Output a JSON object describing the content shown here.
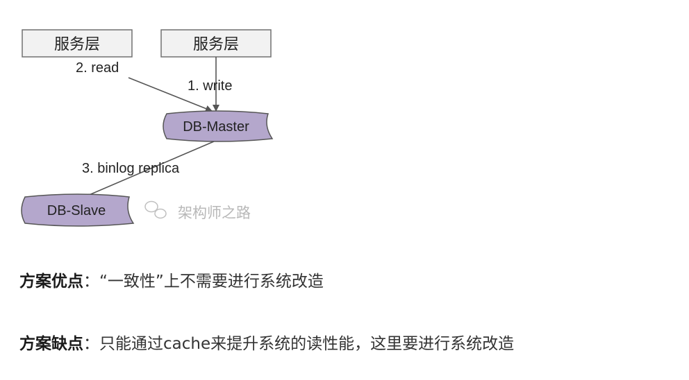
{
  "diagram": {
    "service_box_left": "服务层",
    "service_box_right": "服务层",
    "edge_read": "2. read",
    "edge_write": "1. write",
    "db_master": "DB-Master",
    "edge_replica": "3. binlog  replica",
    "db_slave": "DB-Slave",
    "watermark": "架构师之路",
    "colors": {
      "db_fill": "#b4a7cc",
      "box_fill": "#f2f2f2",
      "line": "#555555"
    }
  },
  "pros": {
    "label": "方案优点",
    "colon": "：",
    "text": "“一致性”上不需要进行系统改造"
  },
  "cons": {
    "label": "方案缺点",
    "colon": "：",
    "text": "只能通过cache来提升系统的读性能，这里要进行系统改造"
  }
}
